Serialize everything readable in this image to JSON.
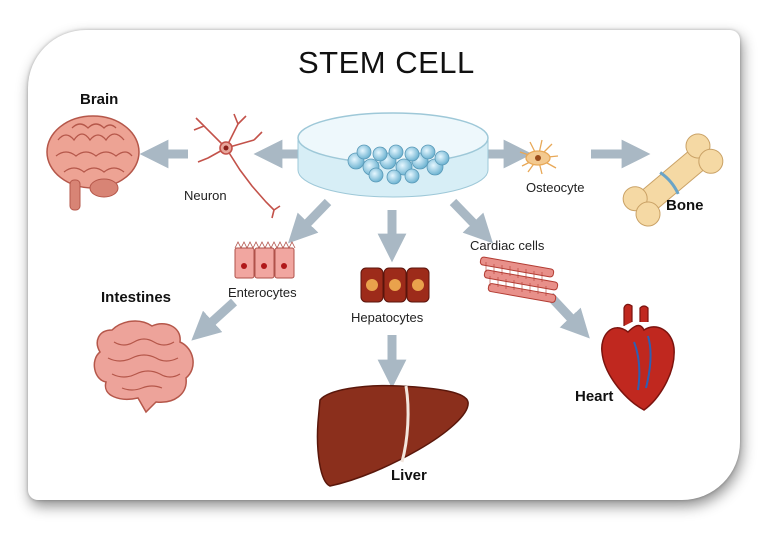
{
  "title": "STEM CELL",
  "organs": {
    "brain": "Brain",
    "bone": "Bone",
    "intestines": "Intestines",
    "heart": "Heart",
    "liver": "Liver"
  },
  "cells": {
    "neuron": "Neuron",
    "osteocyte": "Osteocyte",
    "enterocytes": "Enterocytes",
    "hepatocytes": "Hepatocytes",
    "cardiac": "Cardiac cells"
  },
  "colors": {
    "arrow": "#a9b8c4",
    "organ_pink": "#e89a8c",
    "liver": "#8b2f1c",
    "heart": "#c0281f",
    "petri": "#bfe0ec"
  }
}
